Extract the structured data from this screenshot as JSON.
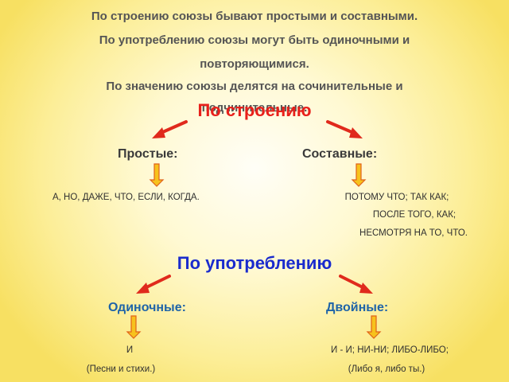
{
  "intro": {
    "line1": "По строению союзы бывают простыми и составными.",
    "line2": "По употреблению союзы могут быть одиночными и",
    "line3": "повторяющимися.",
    "line4": "По значению союзы делятся на сочинительные и",
    "line5": "подчинительные."
  },
  "structure": {
    "heading": "По строению",
    "left": {
      "label": "Простые:",
      "examples": [
        "А, НО, ДАЖЕ, ЧТО, ЕСЛИ, КОГДА."
      ]
    },
    "right": {
      "label": "Составные:",
      "examples": [
        "ПОТОМУ ЧТО; ТАК КАК;",
        "ПОСЛЕ ТОГО, КАК;",
        "НЕСМОТРЯ НА ТО, ЧТО."
      ]
    }
  },
  "usage": {
    "heading": "По употреблению",
    "left": {
      "label": "Одиночные:",
      "examples": [
        "И",
        "(Песни и стихи.)"
      ]
    },
    "right": {
      "label": "Двойные:",
      "examples": [
        "И - И; НИ-НИ; ЛИБО-ЛИБО;",
        "(Либо я, либо ты.)"
      ]
    }
  },
  "colors": {
    "heading_red": "#e8201b",
    "heading_blue": "#1a2bcd",
    "arrow_red": "#e02a1c",
    "arrow_yellow": "#f7c21c",
    "arrow_outline": "#e0621a"
  }
}
